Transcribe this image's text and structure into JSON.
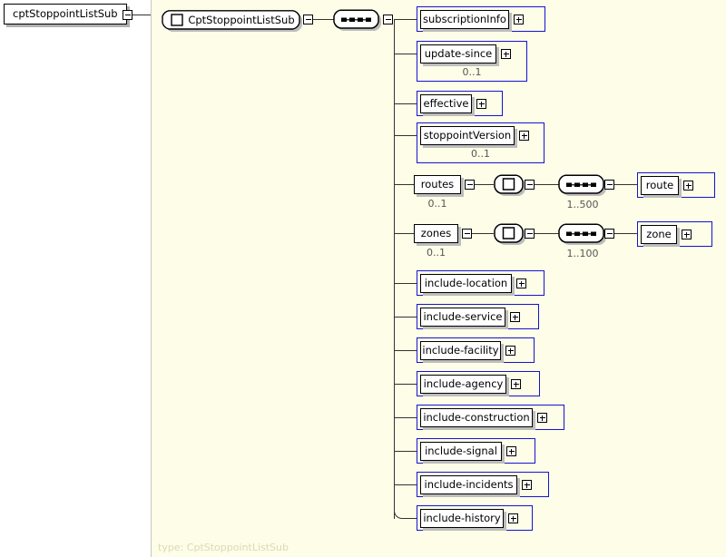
{
  "diagram": {
    "root_label": "cptStoppointListSub",
    "type_name": "CptStoppointListSub",
    "footer": "type: CptStoppointListSub",
    "colors": {
      "panel_background": "#fdfde8",
      "element_border": "#1414d2",
      "label_background": "#ffffff",
      "line": "#333333",
      "cardinality_text": "#555555",
      "footer_text": "#ded9b4"
    },
    "root_toggle": "collapse-minus",
    "type_toggle": "collapse-minus",
    "sequence_toggle": "collapse-minus"
  },
  "children": [
    {
      "label": "subscriptionInfo",
      "cardinality": "",
      "toggle": "expand-plus"
    },
    {
      "label": "update-since",
      "cardinality": "0..1",
      "toggle": "expand-plus"
    },
    {
      "label": "effective",
      "cardinality": "",
      "toggle": "expand-plus"
    },
    {
      "label": "stoppointVersion",
      "cardinality": "0..1",
      "toggle": "expand-plus"
    },
    {
      "label": "routes",
      "cardinality": "0..1",
      "toggle": "collapse-minus"
    },
    {
      "label": "zones",
      "cardinality": "0..1",
      "toggle": "collapse-minus"
    },
    {
      "label": "include-location",
      "cardinality": "",
      "toggle": "expand-plus"
    },
    {
      "label": "include-service",
      "cardinality": "",
      "toggle": "expand-plus"
    },
    {
      "label": "include-facility",
      "cardinality": "",
      "toggle": "expand-plus"
    },
    {
      "label": "include-agency",
      "cardinality": "",
      "toggle": "expand-plus"
    },
    {
      "label": "include-construction",
      "cardinality": "",
      "toggle": "expand-plus"
    },
    {
      "label": "include-signal",
      "cardinality": "",
      "toggle": "expand-plus"
    },
    {
      "label": "include-incidents",
      "cardinality": "",
      "toggle": "expand-plus"
    },
    {
      "label": "include-history",
      "cardinality": "",
      "toggle": "expand-plus"
    }
  ],
  "routes_branch": {
    "parent_label": "routes",
    "parent_cardinality": "0..1",
    "sequence_cardinality": "1..500",
    "child_label": "route",
    "child_toggle": "expand-plus"
  },
  "zones_branch": {
    "parent_label": "zones",
    "parent_cardinality": "0..1",
    "sequence_cardinality": "1..100",
    "child_label": "zone",
    "child_toggle": "expand-plus"
  }
}
